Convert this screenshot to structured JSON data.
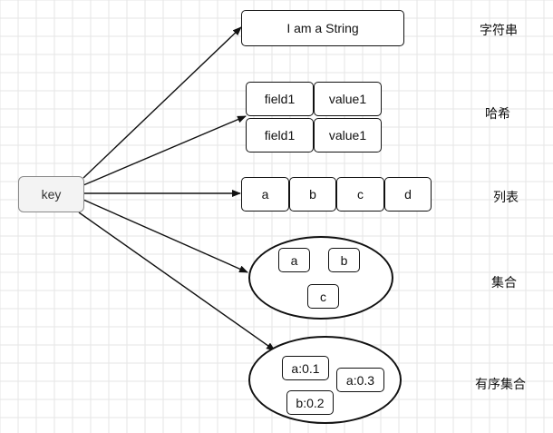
{
  "key": {
    "text": "key"
  },
  "string": {
    "value": "I am a String",
    "label": "字符串"
  },
  "hash": {
    "label": "哈希",
    "rows": [
      {
        "field": "field1",
        "value": "value1"
      },
      {
        "field": "field1",
        "value": "value1"
      }
    ]
  },
  "list": {
    "label": "列表",
    "items": [
      "a",
      "b",
      "c",
      "d"
    ]
  },
  "set": {
    "label": "集合",
    "items": [
      "a",
      "b",
      "c"
    ]
  },
  "zset": {
    "label": "有序集合",
    "items": [
      "a:0.1",
      "a:0.3",
      "b:0.2"
    ]
  },
  "colors": {
    "line": "#111111",
    "grid": "#e6e6e6",
    "key_fill": "#f3f3f3",
    "key_border": "#8a8a8a"
  }
}
